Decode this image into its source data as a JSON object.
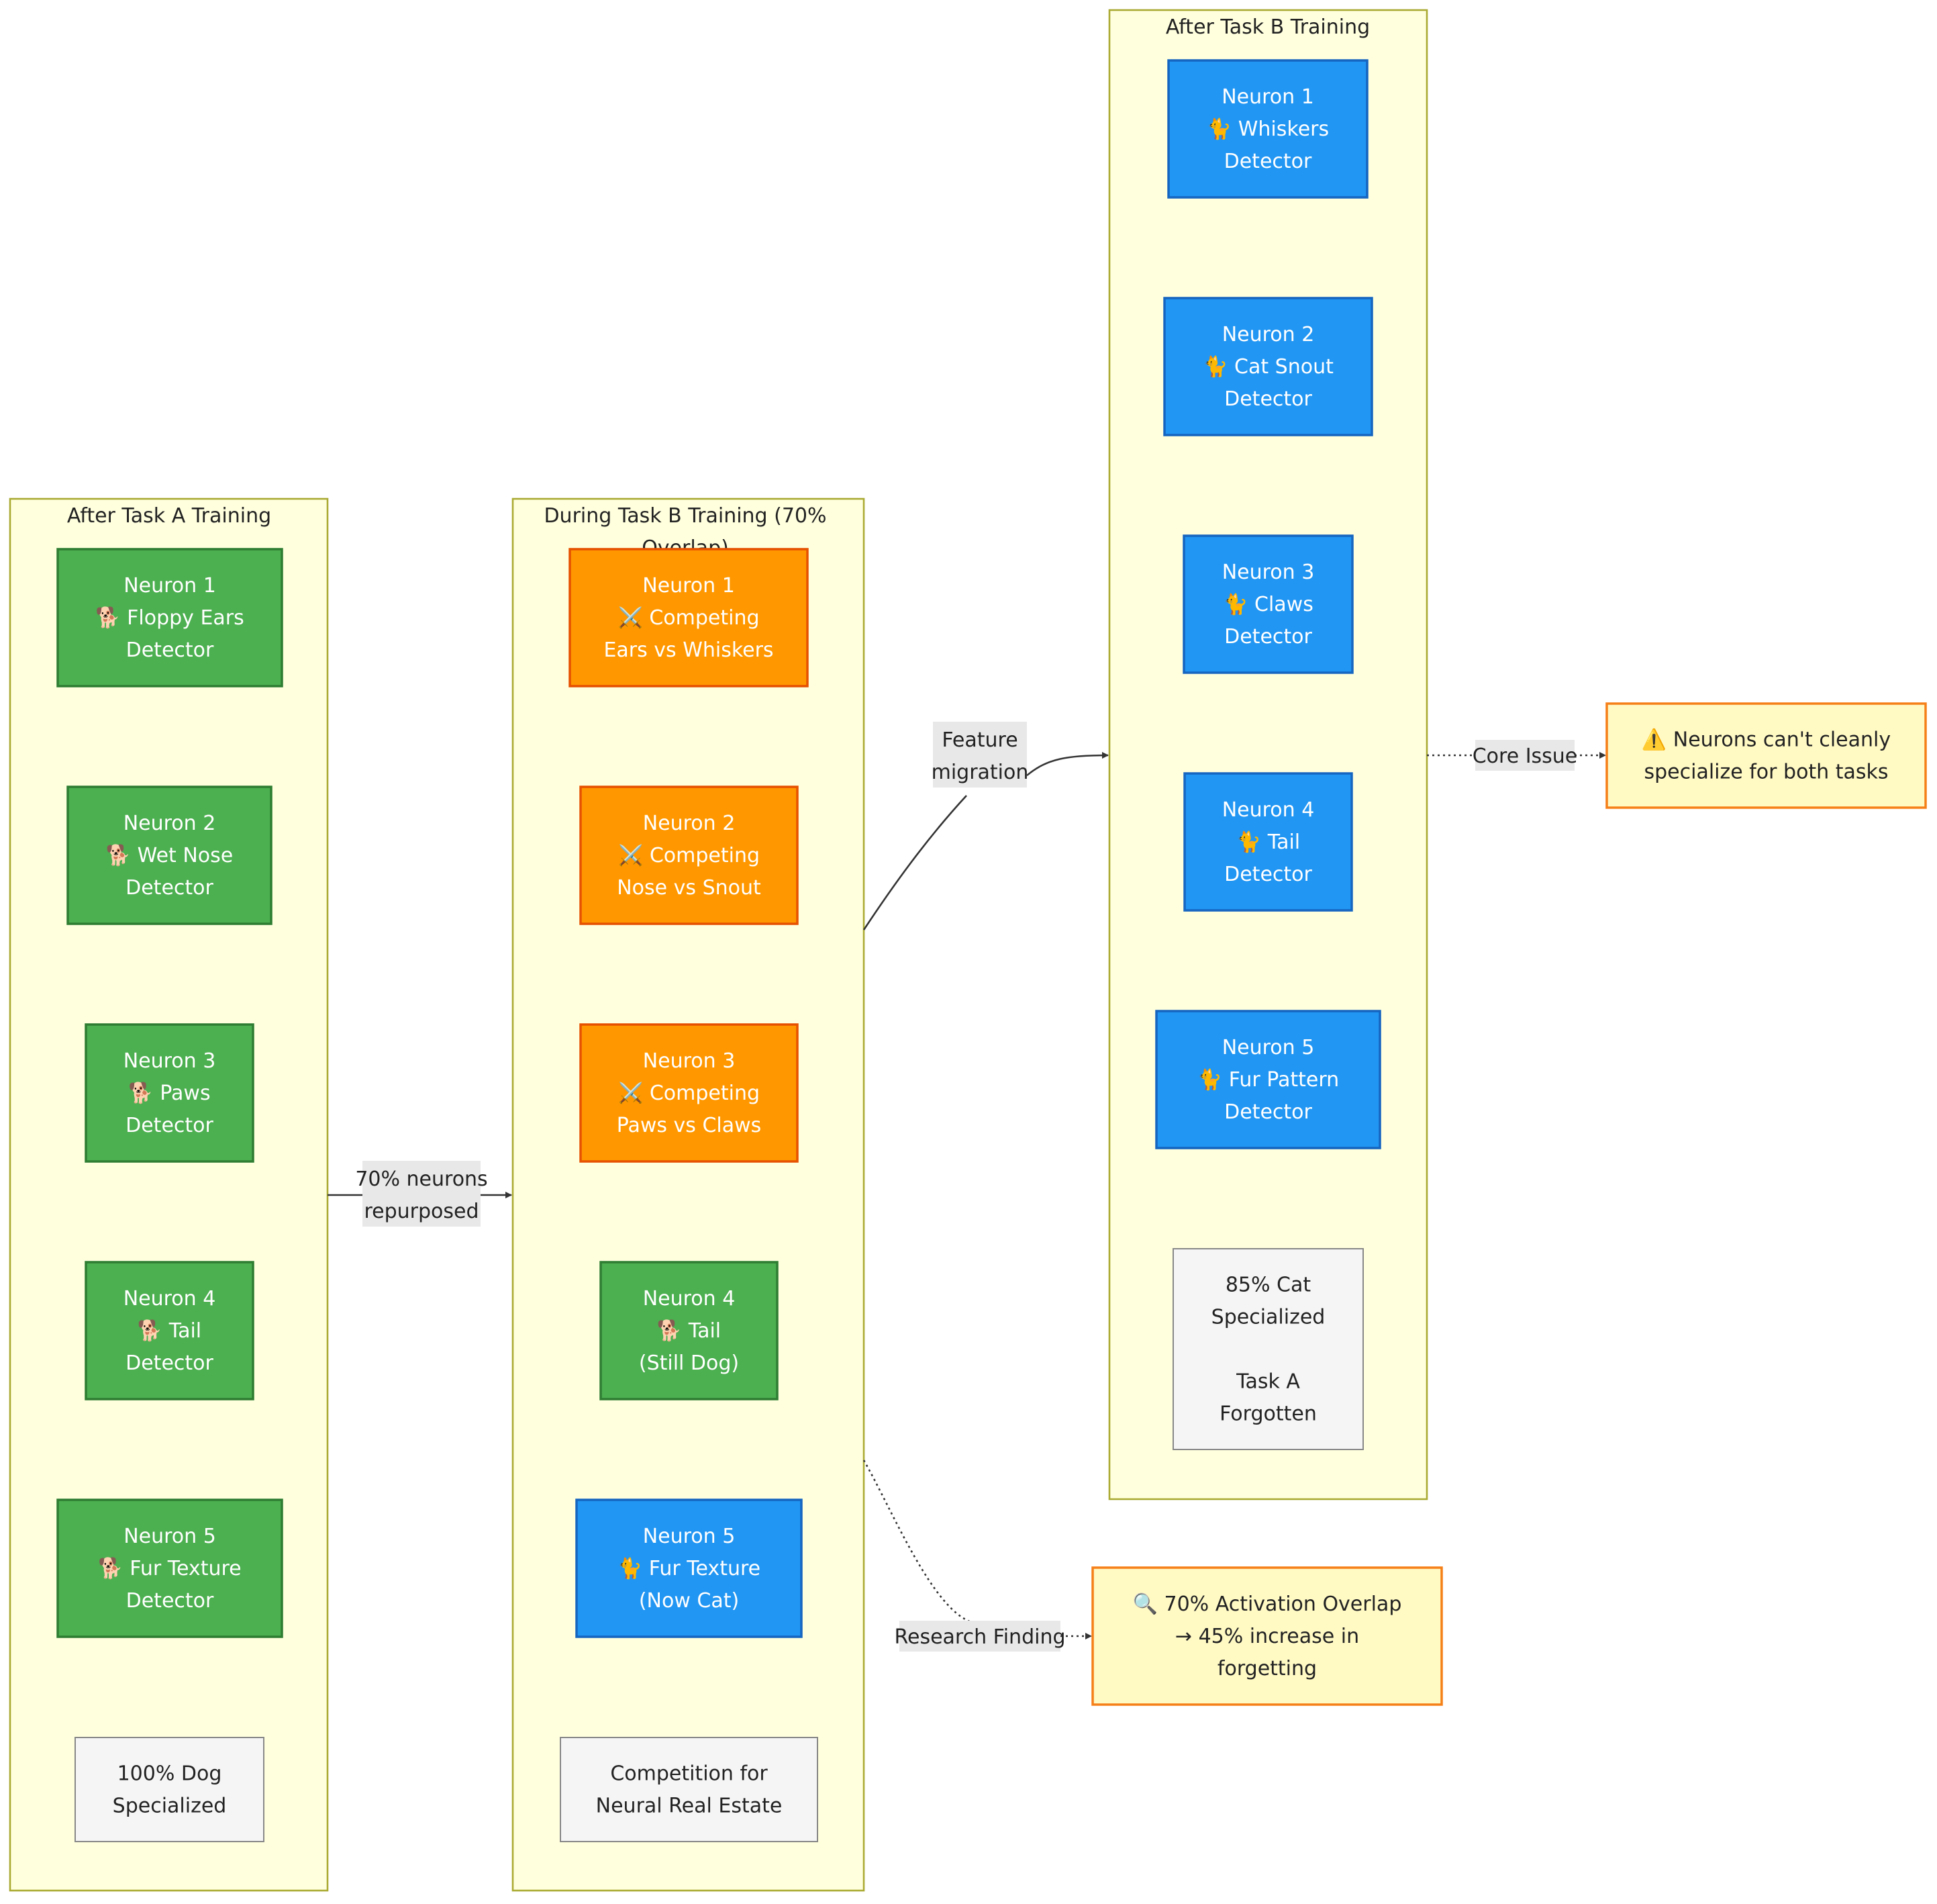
{
  "clusters": {
    "task_a": {
      "title_lines": [
        "After Task A Training"
      ]
    },
    "task_b_during": {
      "title_lines": [
        "During Task B Training (70%",
        "Overlap)"
      ]
    },
    "task_b_after": {
      "title_lines": [
        "After Task B Training"
      ]
    }
  },
  "colors": {
    "green_fill": "#4caf50",
    "green_stroke": "#2e7d32",
    "orange_fill": "#ff9800",
    "orange_stroke": "#e65100",
    "blue_fill": "#2196f3",
    "blue_stroke": "#1565c0",
    "grey_fill": "#f5f5f5",
    "grey_stroke": "#888888",
    "note_fill": "#fff9c4",
    "note_stroke": "#f57f17"
  },
  "nodes": {
    "a1": {
      "lines": [
        "Neuron 1",
        "🐕 Floppy Ears",
        "Detector"
      ]
    },
    "a2": {
      "lines": [
        "Neuron 2",
        "🐕 Wet Nose",
        "Detector"
      ]
    },
    "a3": {
      "lines": [
        "Neuron 3",
        "🐕 Paws",
        "Detector"
      ]
    },
    "a4": {
      "lines": [
        "Neuron 4",
        "🐕 Tail",
        "Detector"
      ]
    },
    "a5": {
      "lines": [
        "Neuron 5",
        "🐕 Fur Texture",
        "Detector"
      ]
    },
    "a_summary": {
      "lines": [
        "100% Dog",
        "Specialized"
      ]
    },
    "b1": {
      "lines": [
        "Neuron 1",
        "⚔️ Competing",
        "Ears vs Whiskers"
      ]
    },
    "b2": {
      "lines": [
        "Neuron 2",
        "⚔️ Competing",
        "Nose vs Snout"
      ]
    },
    "b3": {
      "lines": [
        "Neuron 3",
        "⚔️ Competing",
        "Paws vs Claws"
      ]
    },
    "b4": {
      "lines": [
        "Neuron 4",
        "🐕 Tail",
        "(Still Dog)"
      ]
    },
    "b5": {
      "lines": [
        "Neuron 5",
        "🐈 Fur Texture",
        "(Now Cat)"
      ]
    },
    "b_summary": {
      "lines": [
        "Competition for",
        "Neural Real Estate"
      ]
    },
    "c1": {
      "lines": [
        "Neuron 1",
        "🐈 Whiskers",
        "Detector"
      ]
    },
    "c2": {
      "lines": [
        "Neuron 2",
        "🐈 Cat Snout",
        "Detector"
      ]
    },
    "c3": {
      "lines": [
        "Neuron 3",
        "🐈 Claws",
        "Detector"
      ]
    },
    "c4": {
      "lines": [
        "Neuron 4",
        "🐈 Tail",
        "Detector"
      ]
    },
    "c5": {
      "lines": [
        "Neuron 5",
        "🐈 Fur Pattern",
        "Detector"
      ]
    },
    "c_summary": {
      "lines": [
        "85% Cat",
        "Specialized",
        "",
        "Task A",
        "Forgotten"
      ]
    },
    "core_note": {
      "lines": [
        "⚠️ Neurons can't cleanly",
        "specialize for both tasks"
      ]
    },
    "research_note": {
      "lines": [
        "🔍 70% Activation Overlap",
        "→ 45% increase in",
        "forgetting"
      ]
    }
  },
  "edges": {
    "e1": {
      "lines": [
        "70% neurons",
        "repurposed"
      ]
    },
    "e2": {
      "lines": [
        "Feature",
        "migration"
      ]
    },
    "e3": {
      "lines": [
        "Core Issue"
      ]
    },
    "e4": {
      "lines": [
        "Research Finding"
      ]
    }
  }
}
